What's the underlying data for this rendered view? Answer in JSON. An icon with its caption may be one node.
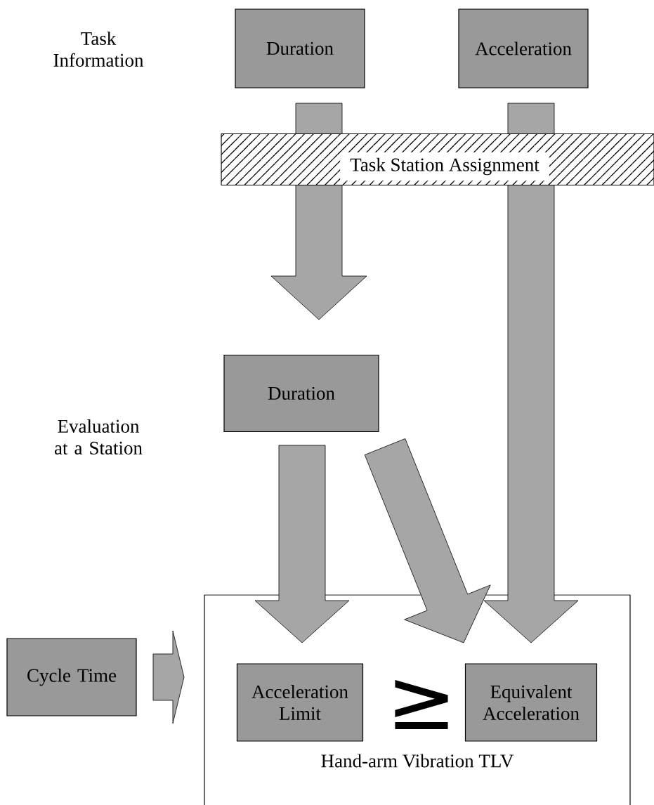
{
  "diagram": {
    "nodes": [
      {
        "text": [
          "Duration"
        ]
      },
      {
        "text": [
          "Acceleration"
        ]
      },
      {
        "text": [
          "Task Station Assignment"
        ]
      },
      {
        "text": [
          "Duration"
        ]
      },
      {
        "text": [
          "Cycle Time"
        ]
      },
      {
        "text": [
          "Hand-arm Vibration TLV"
        ]
      },
      {
        "text": [
          "Acceleration Limit"
        ],
        "in": 5
      },
      {
        "text": [
          "Equivalent Acceleration"
        ],
        "in": 5
      }
    ],
    "edges": [
      {
        "from": 0,
        "to": 3,
        "arrow": "to"
      },
      {
        "from": 1,
        "to": 7,
        "arrow": "to"
      },
      {
        "from": 3,
        "to": 6,
        "arrow": "to"
      },
      {
        "from": 3,
        "to": 7,
        "arrow": "to"
      },
      {
        "from": 4,
        "to": 5,
        "arrow": "to"
      }
    ],
    "labels": [
      "Task Information",
      "Evaluation at a Station",
      "≥"
    ]
  }
}
